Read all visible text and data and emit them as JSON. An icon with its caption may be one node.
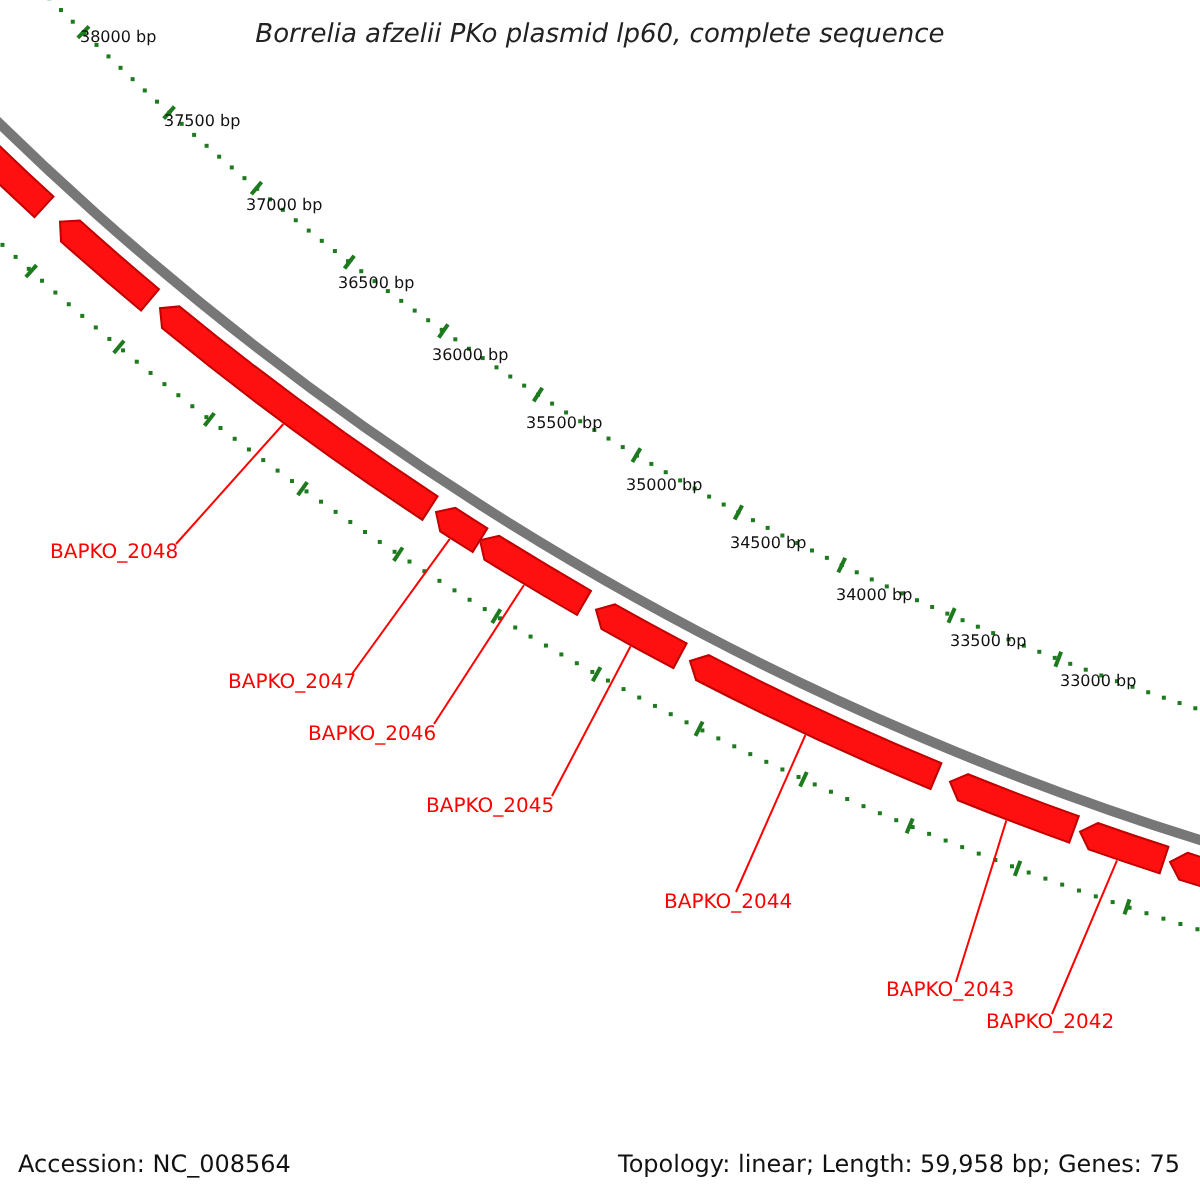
{
  "diagram": {
    "title": "Borrelia afzelii PKo plasmid lp60, complete sequence",
    "nodes": [
      {
        "text": [],
        "shape": "bar"
      },
      {
        "text": [],
        "shape": "bar"
      },
      {
        "text": [],
        "shape": "bar"
      },
      {
        "text": [],
        "shape": "bar"
      },
      {
        "text": [],
        "shape": "bar"
      },
      {
        "text": [],
        "shape": "bar"
      },
      {
        "text": [],
        "shape": "bar"
      },
      {
        "text": [],
        "shape": "bar"
      },
      {
        "text": [],
        "shape": "bar"
      },
      {
        "text": [],
        "shape": "bar"
      },
      {
        "text": [
          "BAPKO_2048"
        ]
      },
      {
        "text": [
          "BAPKO_2047"
        ]
      },
      {
        "text": [
          "BAPKO_2046"
        ]
      },
      {
        "text": [
          "BAPKO_2045"
        ]
      },
      {
        "text": [
          "BAPKO_2044"
        ]
      },
      {
        "text": [
          "BAPKO_2043"
        ]
      },
      {
        "text": [
          "BAPKO_2042"
        ]
      }
    ],
    "edges": [
      {
        "from": 10,
        "to": 2,
        "arrow": "none"
      },
      {
        "from": 11,
        "to": 3,
        "arrow": "none"
      },
      {
        "from": 12,
        "to": 4,
        "arrow": "none"
      },
      {
        "from": 13,
        "to": 5,
        "arrow": "none"
      },
      {
        "from": 14,
        "to": 6,
        "arrow": "none"
      },
      {
        "from": 15,
        "to": 7,
        "arrow": "none"
      },
      {
        "from": 16,
        "to": 8,
        "arrow": "none"
      }
    ],
    "labels": [
      "38000 bp",
      "37500 bp",
      "37000 bp",
      "36500 bp",
      "36000 bp",
      "35500 bp",
      "35000 bp",
      "34500 bp",
      "34000 bp",
      "33500 bp",
      "33000 bp",
      "Accession: NC_008564",
      "Topology: linear; Length: 59,958 bp; Genes: 75"
    ]
  }
}
